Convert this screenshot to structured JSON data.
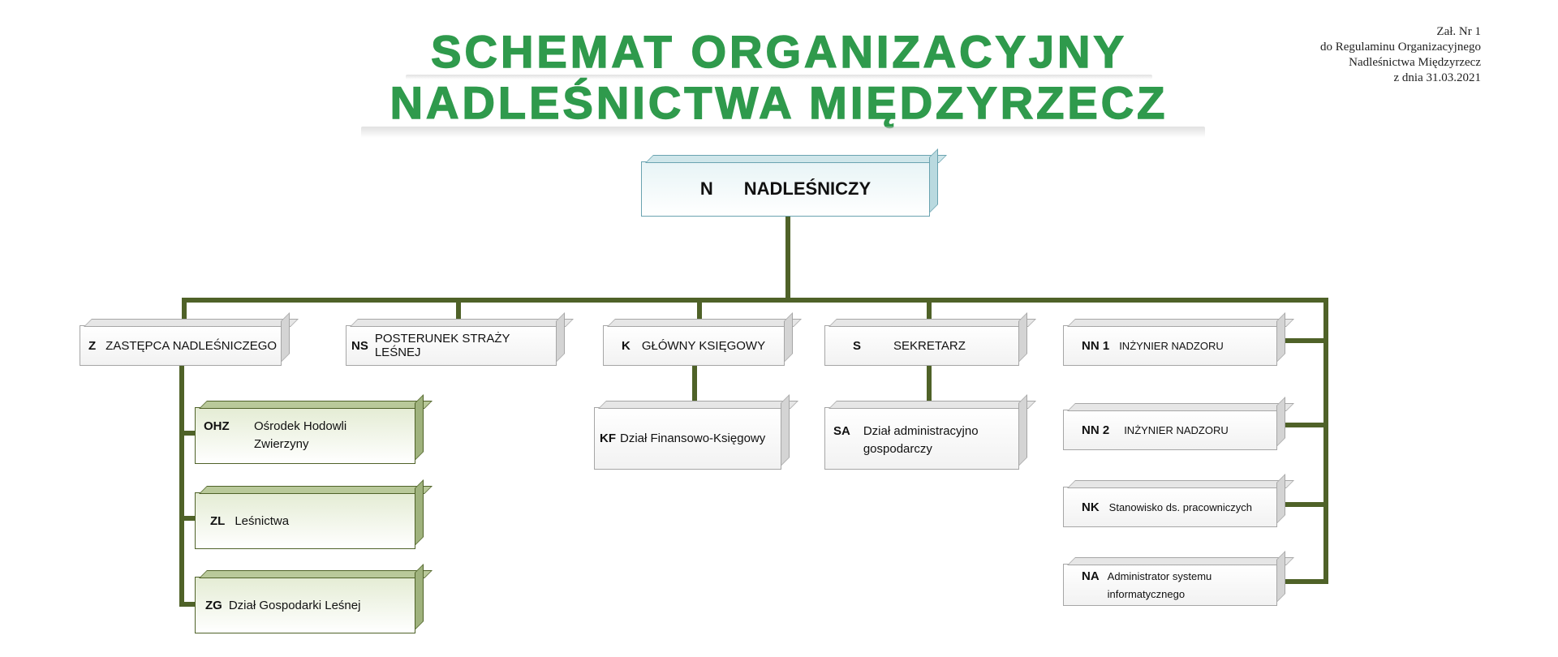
{
  "title": {
    "line1": "SCHEMAT ORGANIZACYJNY",
    "line2": "NADLEŚNICTWA MIĘDZYRZECZ"
  },
  "note": {
    "l1": "Zał. Nr 1",
    "l2": "do Regulaminu Organizacyjnego",
    "l3": "Nadleśnictwa Międzyrzecz",
    "l4": "z dnia 31.03.2021"
  },
  "colors": {
    "title": "#2f9a4c",
    "connector": "#4f6228"
  },
  "nodes": {
    "n": {
      "code": "N",
      "label": "NADLEŚNICZY"
    },
    "z": {
      "code": "Z",
      "label": "ZASTĘPCA NADLEŚNICZEGO"
    },
    "ns": {
      "code": "NS",
      "label": "POSTERUNEK STRAŻY LEŚNEJ"
    },
    "k": {
      "code": "K",
      "label": "GŁÓWNY KSIĘGOWY"
    },
    "s": {
      "code": "S",
      "label": "SEKRETARZ"
    },
    "nn1": {
      "code": "NN 1",
      "label": "INŻYNIER NADZORU"
    },
    "nn2": {
      "code": "NN 2",
      "label": "INŻYNIER NADZORU"
    },
    "nk": {
      "code": "NK",
      "label": "Stanowisko ds. pracowniczych"
    },
    "na": {
      "code": "NA",
      "label1": "Administrator systemu",
      "label2": "informatycznego"
    },
    "ohz": {
      "code": "OHZ",
      "label1": "Ośrodek Hodowli",
      "label2": "Zwierzyny"
    },
    "zl": {
      "code": "ZL",
      "label": "Leśnictwa"
    },
    "zg": {
      "code": "ZG",
      "label": "Dział  Gospodarki Leśnej"
    },
    "kf": {
      "code": "KF",
      "label": "Dział Finansowo-Księgowy"
    },
    "sa": {
      "code": "SA",
      "label1": "Dział administracyjno",
      "label2": "gospodarczy"
    }
  }
}
